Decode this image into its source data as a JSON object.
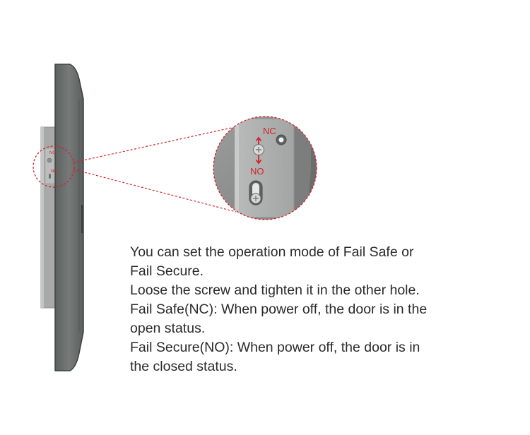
{
  "diagram": {
    "labels": {
      "nc": "NC",
      "no": "NO",
      "small_nc": "NC",
      "small_no": "NO"
    },
    "colors": {
      "accent_red": "#d2232a",
      "device_face": "#6d7170",
      "device_edge": "#4b4e4d",
      "plate": "#a9abaa",
      "zoom_bg": "#8c8f8e"
    }
  },
  "description": {
    "lines": [
      "You can set the operation mode of Fail Safe or",
      "Fail Secure.",
      "Loose the screw and tighten it in the other hole.",
      "Fail Safe(NC): When power off, the door is in the",
      "open status.",
      "Fail Secure(NO): When power off, the door is in",
      "the closed status."
    ]
  }
}
